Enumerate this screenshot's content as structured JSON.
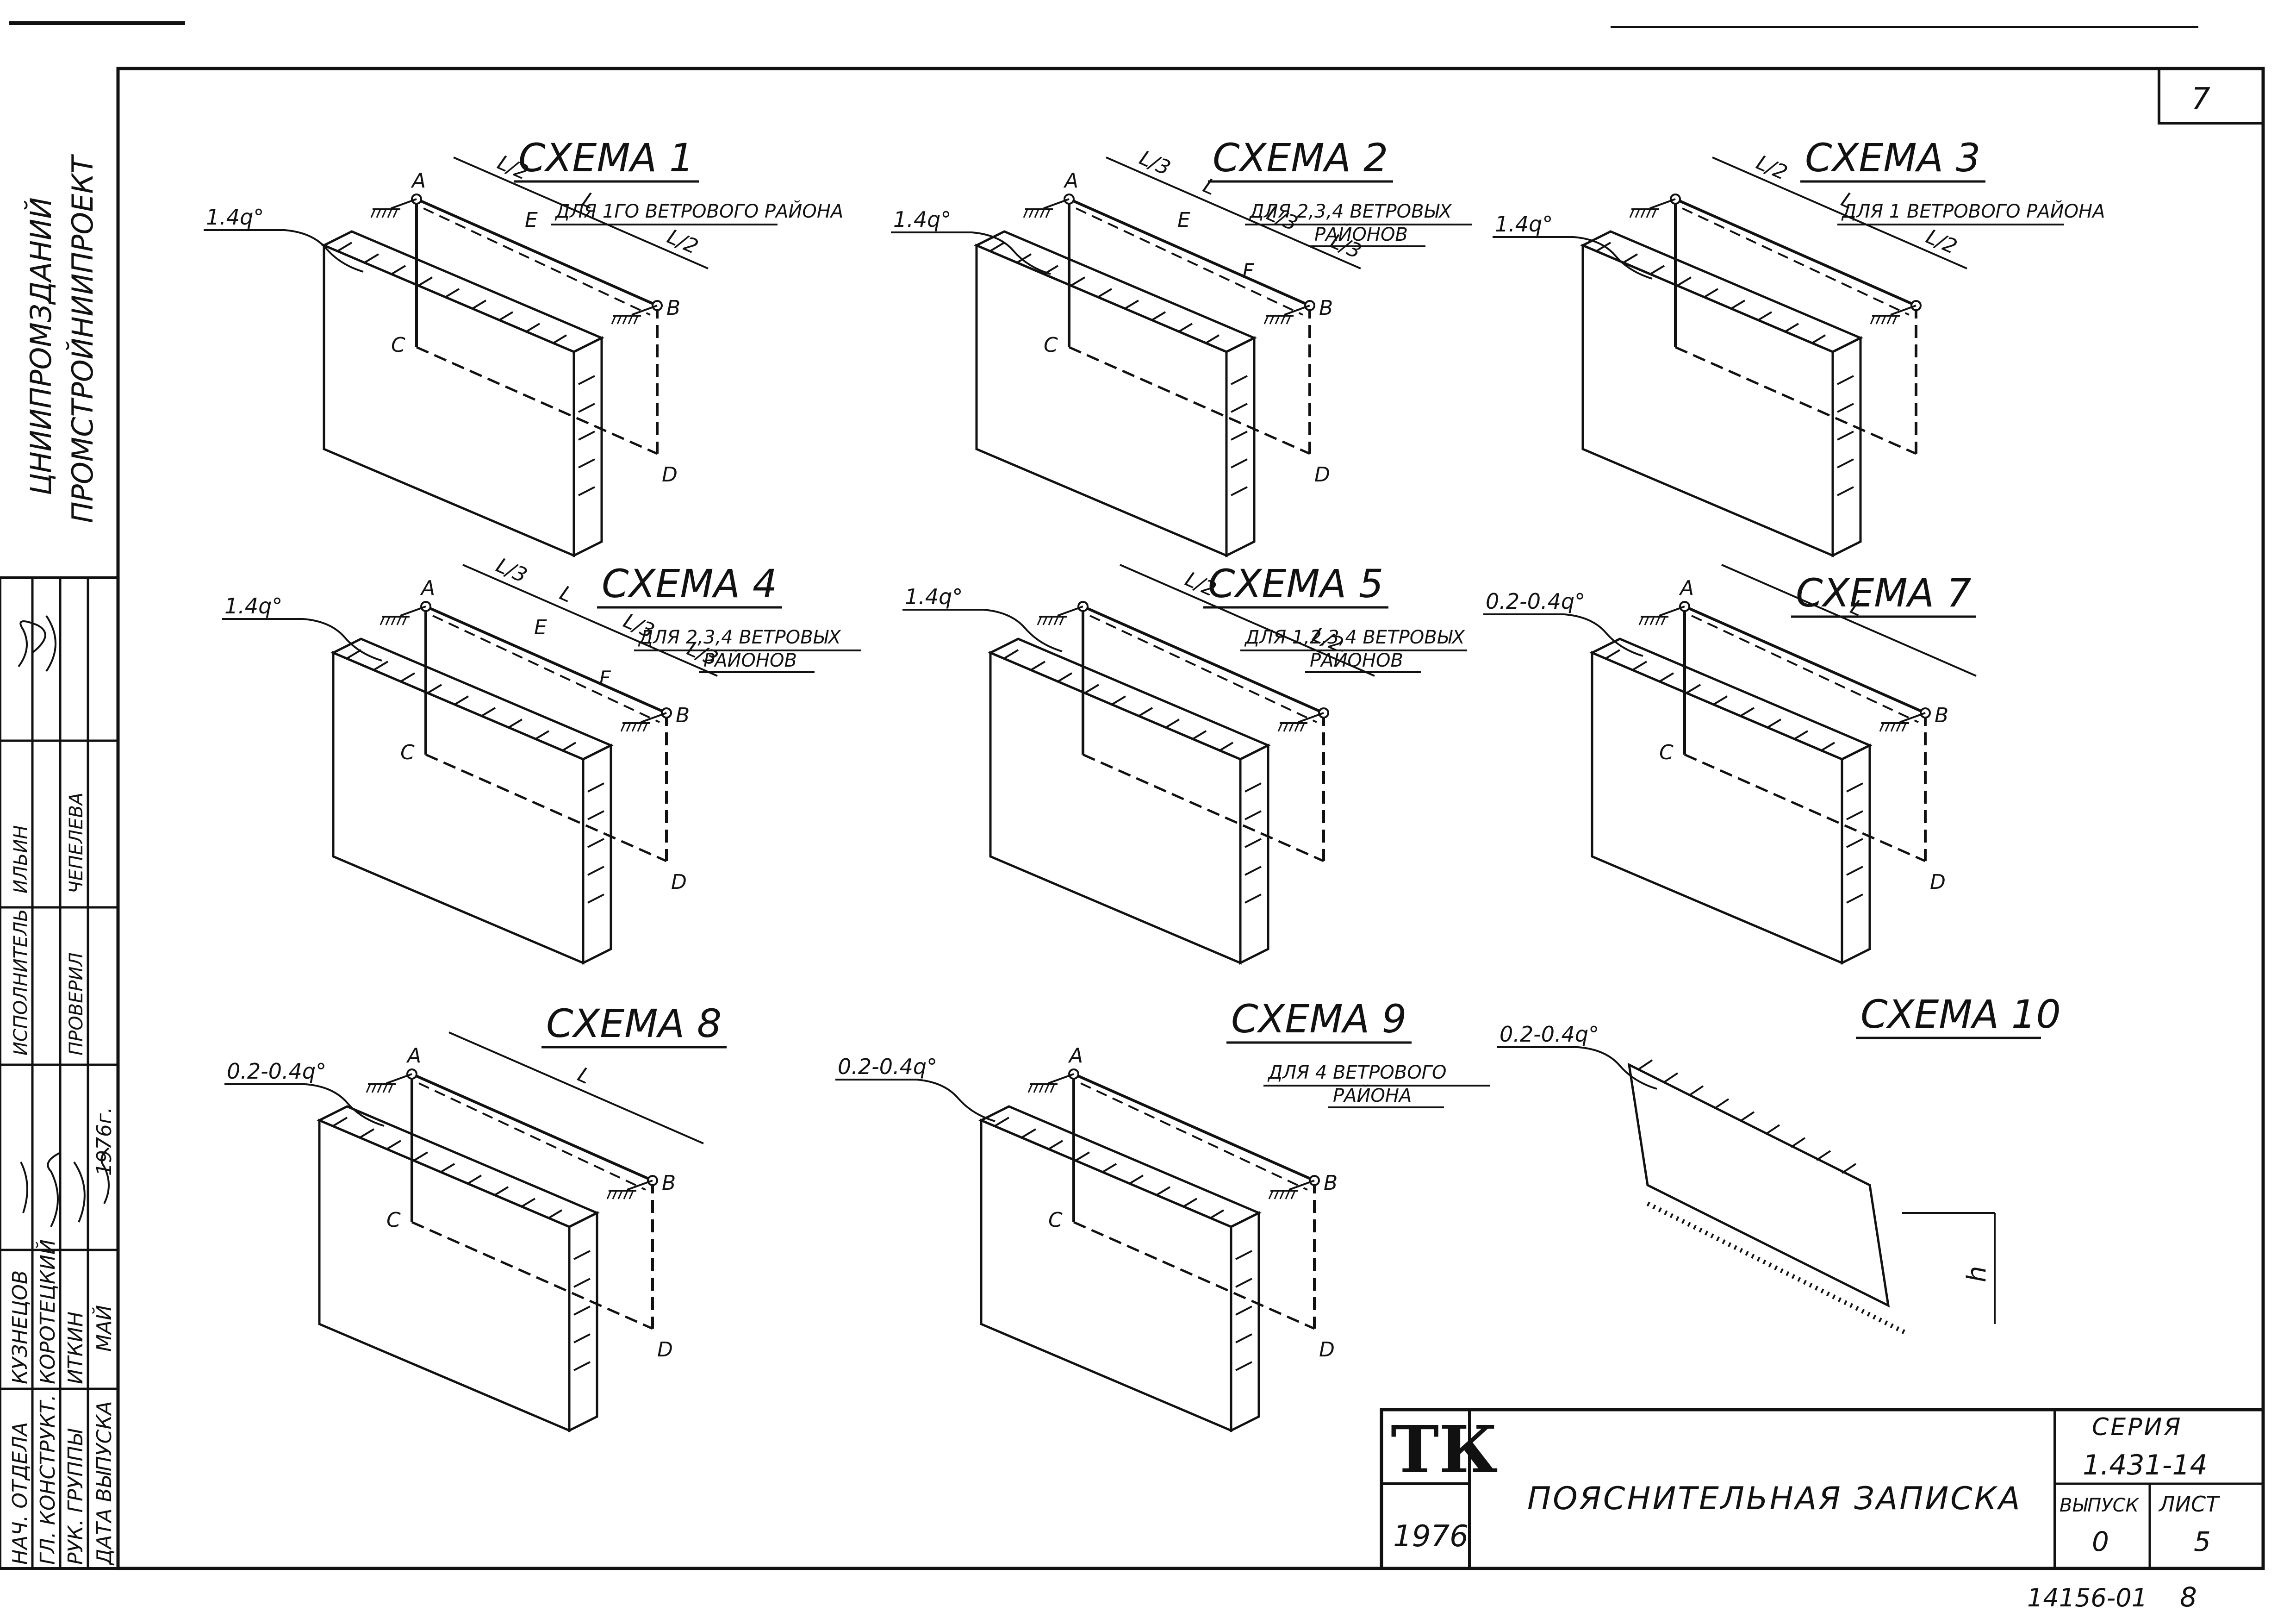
{
  "sheet": {
    "page_number": "7",
    "org_line1": "ЦНИИПРОМЗДАНИЙ",
    "org_line2": "ПРОМСТРОЙНИИПРОЕКТ",
    "archive_number": "14156-01",
    "archive_sheet": "8"
  },
  "stamp": {
    "rows": [
      {
        "role": "НАЧ. ОТДЕЛА",
        "name": "КУЗНЕЦОВ"
      },
      {
        "role": "ГЛ. КОНСТРУКТ.",
        "name": "КОРОТЕЦКИЙ"
      },
      {
        "role": "РУК. ГРУППЫ",
        "name": "ИТКИН"
      },
      {
        "role": "ДАТА ВЫПУСКА",
        "name": "МАЙ"
      }
    ],
    "year_cell": "1976г.",
    "col_executed": "ИСПОЛНИТЕЛЬ",
    "executed_name": "ИЛЬИН",
    "col_checked": "ПРОВЕРИЛ",
    "checked_name": "ЧЕПЕЛЕВА"
  },
  "titleblock": {
    "logo": "ТК",
    "year": "1976",
    "title": "ПОЯСНИТЕЛЬНАЯ ЗАПИСКА",
    "series_label": "СЕРИЯ",
    "series_value": "1.431-14",
    "issue_label": "ВЫПУСК",
    "issue_value": "0",
    "sheet_label": "ЛИСТ",
    "sheet_value": "5"
  },
  "schemes": [
    {
      "title": "СХЕМА 1",
      "note1": "ДЛЯ 1ГО ВЕТРОВОГО РАЙОНА",
      "note2": "",
      "load": "1.4q°",
      "labels": [
        "A",
        "B",
        "C",
        "D",
        "E"
      ],
      "dims": [
        "L/2",
        "L",
        "L/2"
      ]
    },
    {
      "title": "СХЕМА 2",
      "note1": "ДЛЯ 2,3,4 ВЕТРОВЫХ",
      "note2": "РАЙОНОВ",
      "load": "1.4q°",
      "labels": [
        "A",
        "B",
        "C",
        "D",
        "E",
        "F"
      ],
      "dims": [
        "L/3",
        "L",
        "L/3",
        "L/3"
      ]
    },
    {
      "title": "СХЕМА 3",
      "note1": "ДЛЯ 1 ВЕТРОВОГО РАЙОНА",
      "note2": "",
      "load": "1.4q°",
      "labels": [],
      "dims": [
        "L/2",
        "L",
        "L/2"
      ]
    },
    {
      "title": "СХЕМА 4",
      "note1": "ДЛЯ 2,3,4 ВЕТРОВЫХ",
      "note2": "РАЙОНОВ",
      "load": "1.4q°",
      "labels": [
        "A",
        "B",
        "C",
        "D",
        "E",
        "F"
      ],
      "dims": [
        "L/3",
        "L",
        "L/3",
        "L/3"
      ]
    },
    {
      "title": "СХЕМА 5",
      "note1": "ДЛЯ 1,2,3,4 ВЕТРОВЫХ",
      "note2": "РАЙОНОВ",
      "load": "1.4q°",
      "labels": [],
      "dims": [
        "L/2",
        "L/2"
      ]
    },
    {
      "title": "СХЕМА 7",
      "note1": "",
      "note2": "",
      "load": "0.2-0.4q°",
      "labels": [
        "A",
        "B",
        "C",
        "D"
      ],
      "dims": [
        "L"
      ]
    },
    {
      "title": "СХЕМА 8",
      "note1": "",
      "note2": "",
      "load": "0.2-0.4q°",
      "labels": [
        "A",
        "B",
        "C",
        "D"
      ],
      "dims": [
        "L"
      ]
    },
    {
      "title": "СХЕМА 9",
      "note1": "ДЛЯ 4 ВЕТРОВОГО",
      "note2": "РАЙОНА",
      "load": "0.2-0.4q°",
      "labels": [
        "A",
        "B",
        "C",
        "D"
      ],
      "dims": []
    },
    {
      "title": "СХЕМА 10",
      "note1": "",
      "note2": "",
      "load": "0.2-0.4q°",
      "labels": [],
      "dims": [
        "h"
      ]
    }
  ]
}
